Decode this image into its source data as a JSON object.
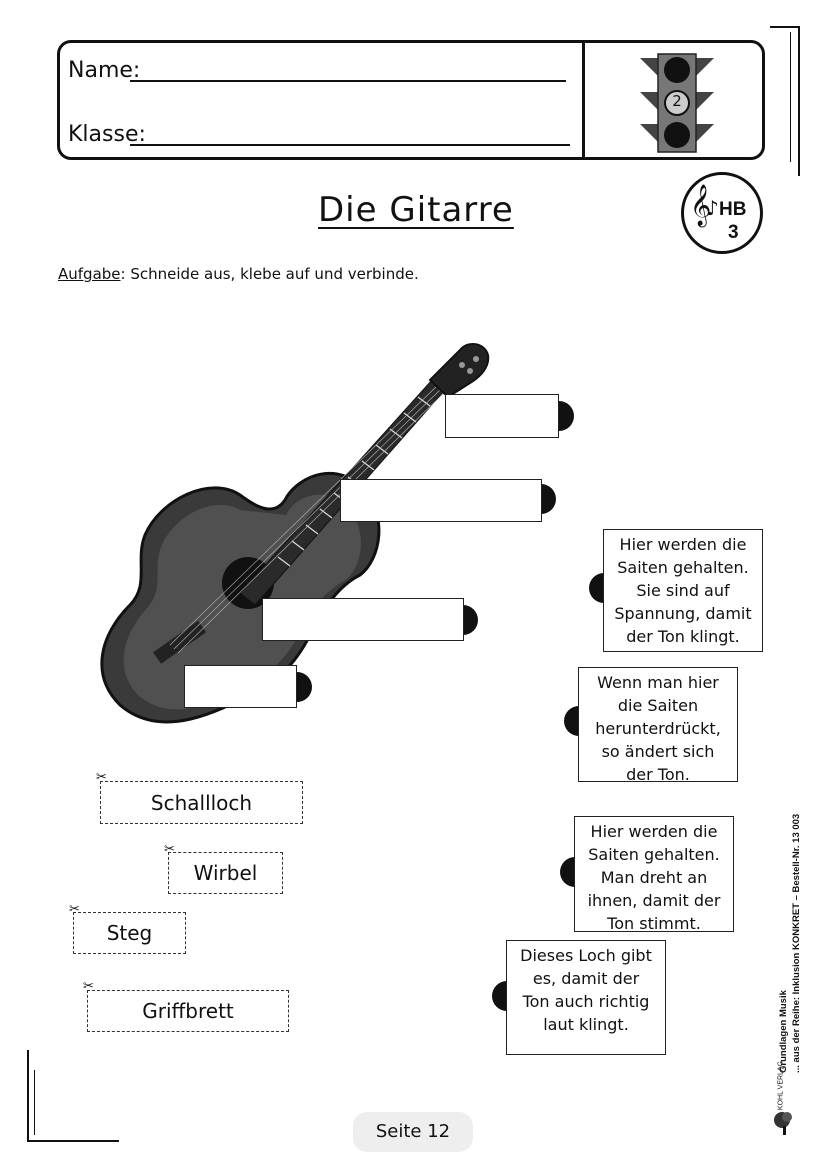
{
  "header": {
    "name_label": "Name:",
    "class_label": "Klasse:",
    "level_number": "2"
  },
  "title": "Die Gitarre",
  "badge": {
    "line1": "HB",
    "line2": "3"
  },
  "task": {
    "label": "Aufgabe",
    "text": ":  Schneide aus, klebe auf und verbinde."
  },
  "descriptions": [
    "Hier werden die Saiten gehalten. Sie sind auf Spannung, damit der Ton klingt.",
    "Wenn man hier die Saiten herunterdrückt, so ändert sich der Ton.",
    "Hier werden die Saiten gehalten. Man dreht an ihnen, damit der Ton stimmt.",
    "Dieses Loch gibt es, damit der Ton auch richtig laut klingt."
  ],
  "cut_labels": [
    "Schallloch",
    "Wirbel",
    "Steg",
    "Griffbrett"
  ],
  "footer": {
    "page": "Seite 12"
  },
  "side_text": {
    "line1": "Grundlagen Musik",
    "line2": "... aus der Reihe: Inklusion KONKRET  –  Bestell-Nr. 13 003",
    "publisher": "KOHL VERLAG"
  },
  "colors": {
    "ink": "#111111",
    "footer_bg": "#eeeeee"
  }
}
